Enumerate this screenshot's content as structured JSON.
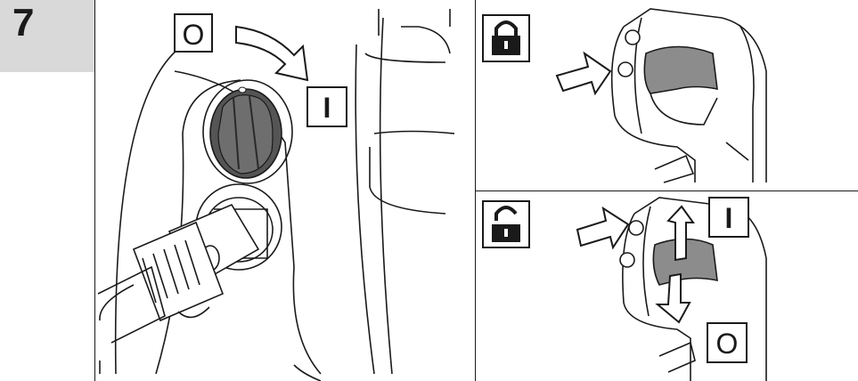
{
  "step": {
    "number": "7"
  },
  "symbols": {
    "off": "O",
    "on": "I"
  },
  "icons": {
    "locked": "padlock-closed-icon",
    "unlocked": "padlock-open-icon"
  },
  "colors": {
    "panel": "#d9d9d9",
    "line": "#1a1a1a",
    "dark_part": "#555555",
    "mid_gray": "#8c8c8c"
  }
}
